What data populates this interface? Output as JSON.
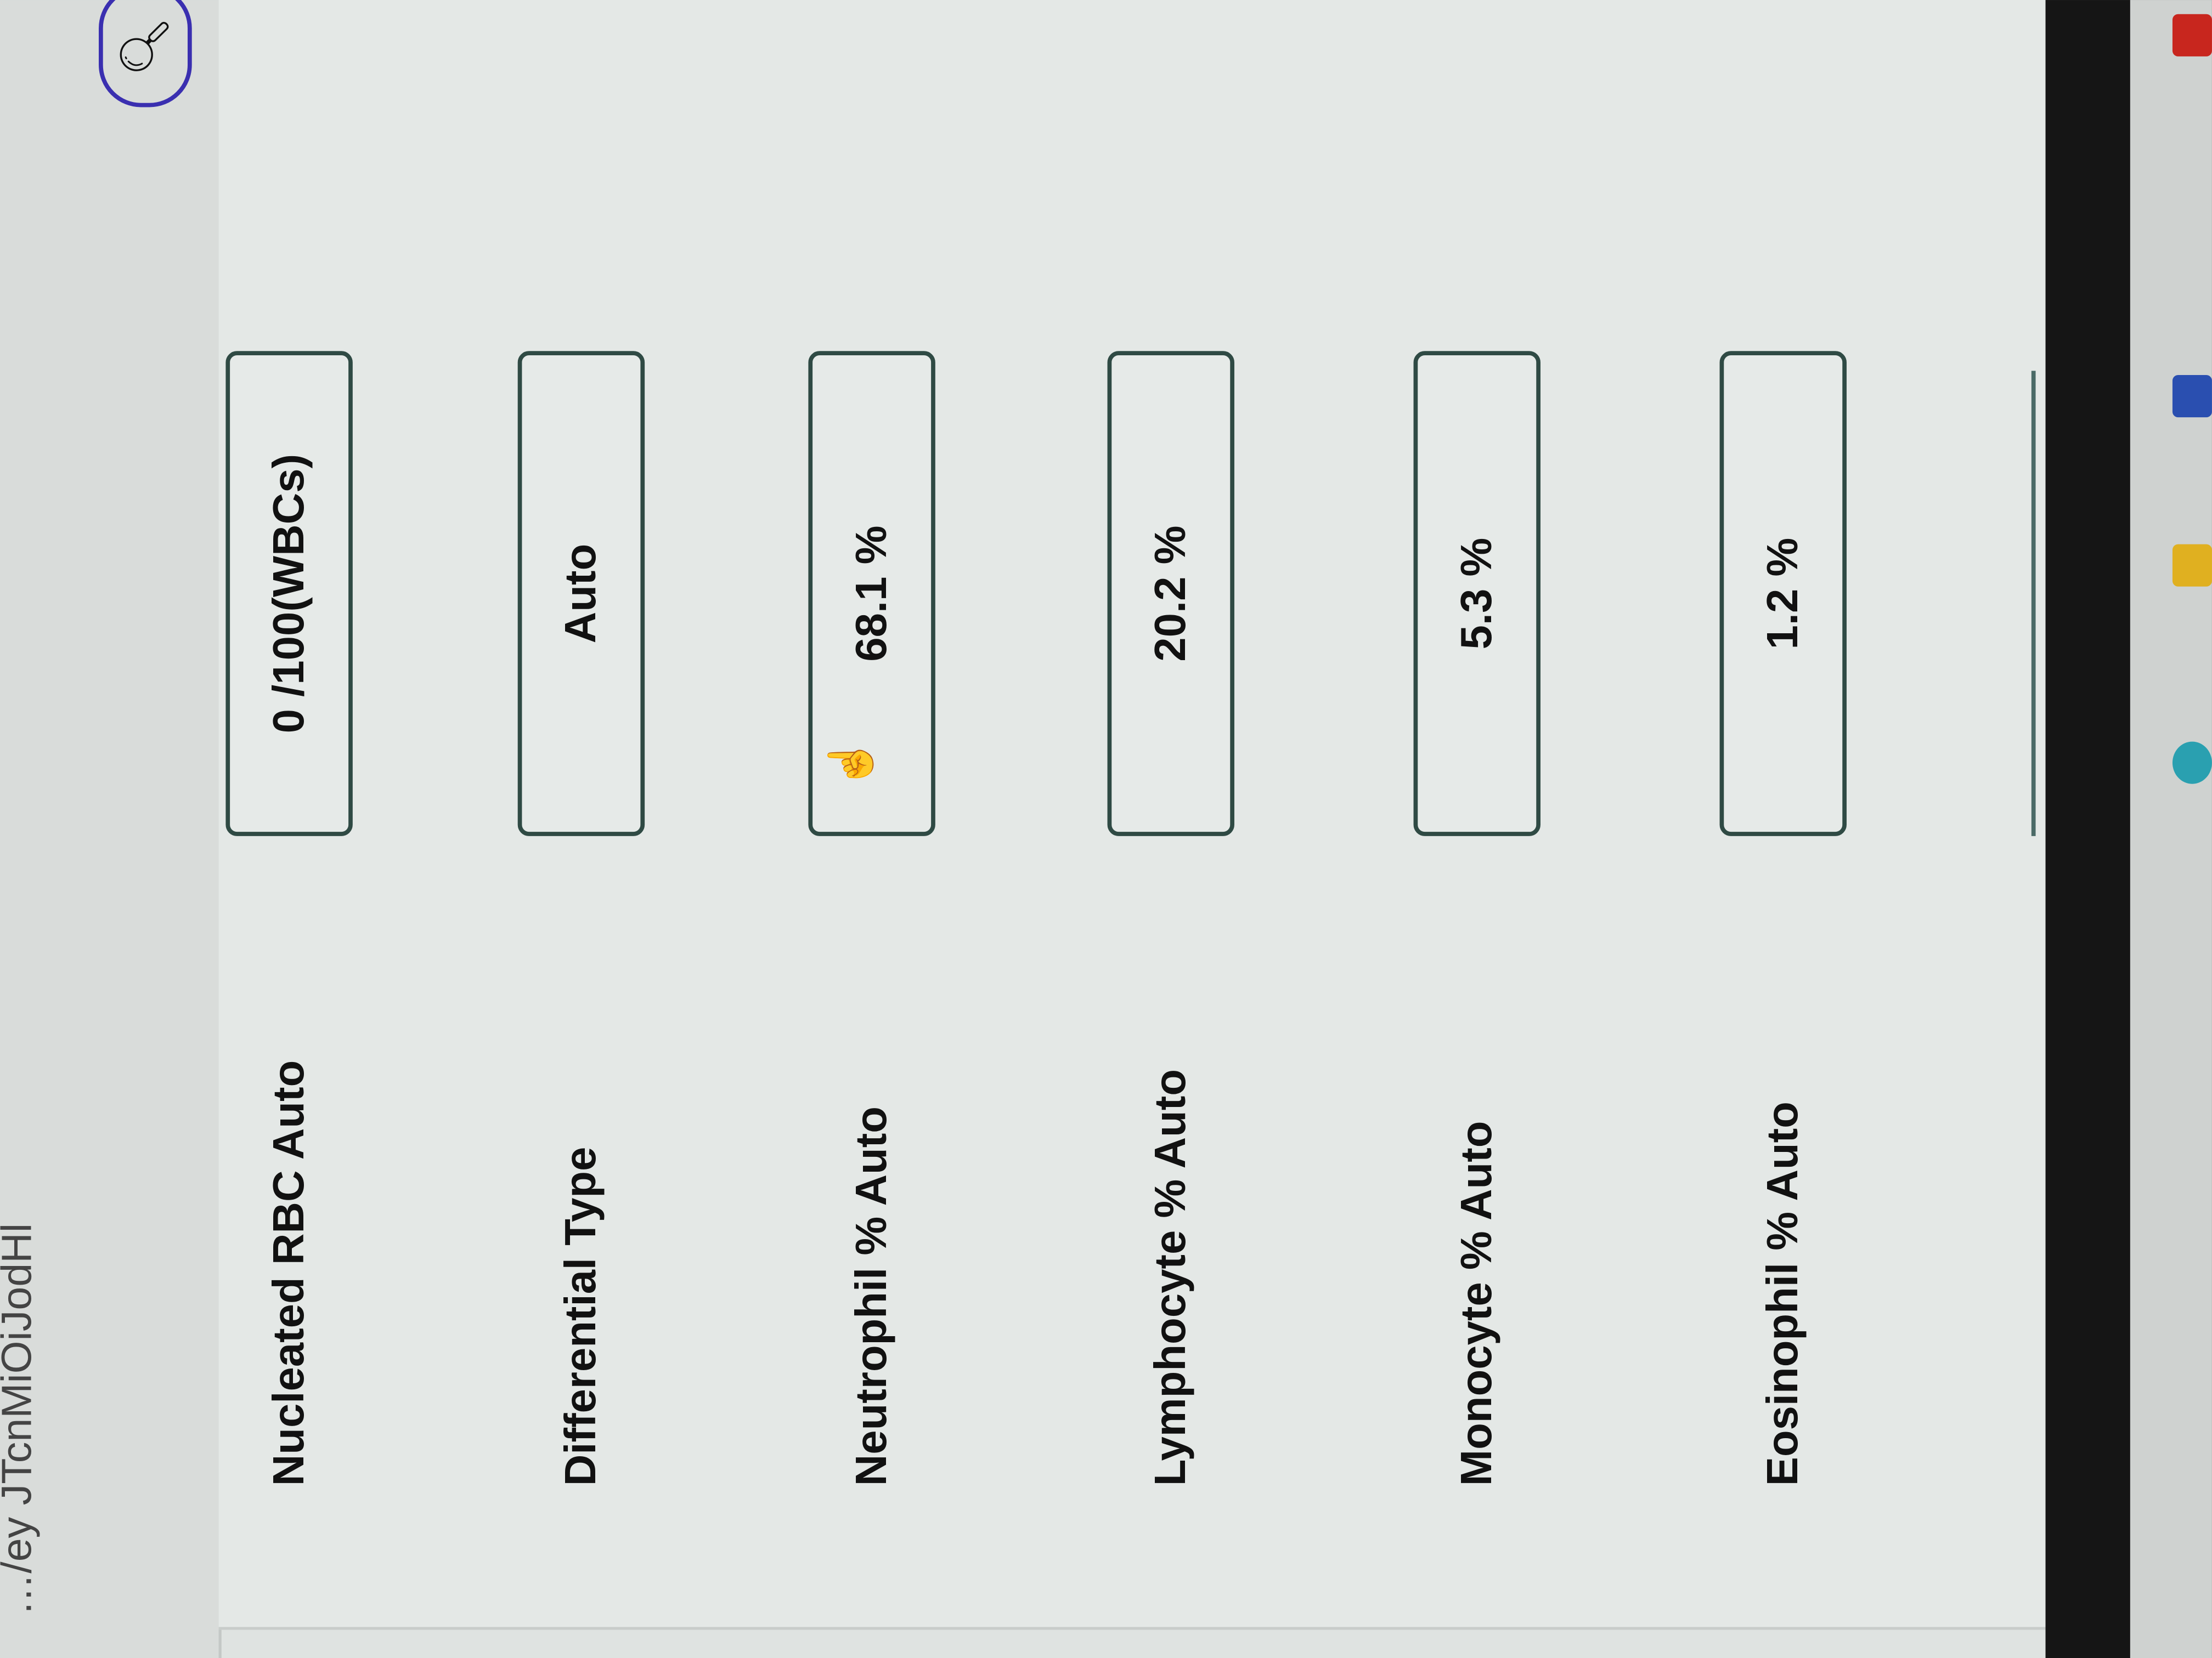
{
  "browser": {
    "url_fragment": "…/ey JTcnMiOiJodHl"
  },
  "fields": [
    {
      "label": "Nucleated RBC Auto",
      "value": "0 /100(WBCs)"
    },
    {
      "label": "Differential Type",
      "value": "Auto"
    },
    {
      "label": "Neutrophil % Auto",
      "value": "68.1 %"
    },
    {
      "label": "Lymphocyte % Auto",
      "value": "20.2 %"
    },
    {
      "label": "Monocyte % Auto",
      "value": "5.3 %"
    },
    {
      "label": "Eosinophil % Auto",
      "value": "1.2 %"
    }
  ],
  "colors": {
    "box_border": "#2f4a44",
    "search_ring": "#3a2fb0"
  }
}
